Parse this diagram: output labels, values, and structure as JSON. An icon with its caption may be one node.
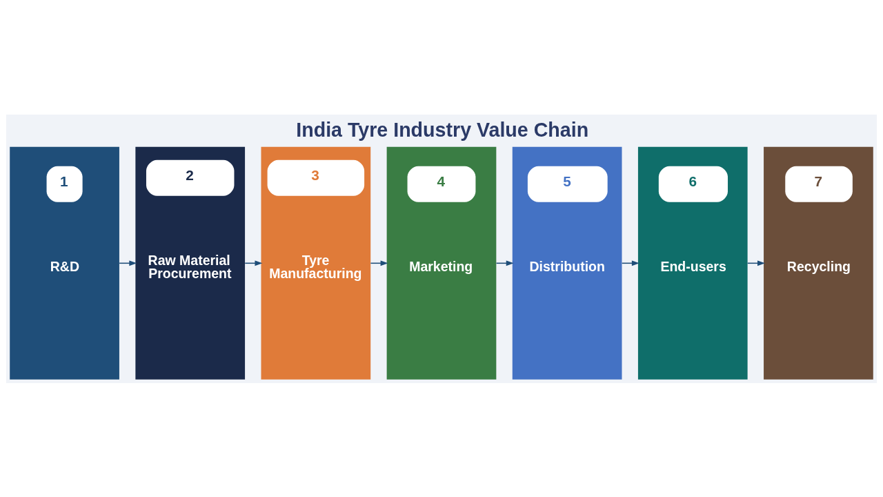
{
  "diagram": {
    "title": "India Tyre Industry Value Chain",
    "nodes": [
      {
        "text": [
          "1",
          "R&D"
        ]
      },
      {
        "text": [
          "2",
          "Raw Material Procurement"
        ]
      },
      {
        "text": [
          "3",
          "Tyre Manufacturing"
        ]
      },
      {
        "text": [
          "4",
          "Marketing"
        ]
      },
      {
        "text": [
          "5",
          "Distribution"
        ]
      },
      {
        "text": [
          "6",
          "End-users"
        ]
      },
      {
        "text": [
          "7",
          "Recycling"
        ]
      }
    ],
    "edges": [
      {
        "from": 0,
        "to": 1,
        "arrow": "to"
      },
      {
        "from": 1,
        "to": 2,
        "arrow": "to"
      },
      {
        "from": 2,
        "to": 3,
        "arrow": "to"
      },
      {
        "from": 3,
        "to": 4,
        "arrow": "to"
      },
      {
        "from": 4,
        "to": 5,
        "arrow": "to"
      },
      {
        "from": 5,
        "to": 6,
        "arrow": "to"
      }
    ]
  }
}
